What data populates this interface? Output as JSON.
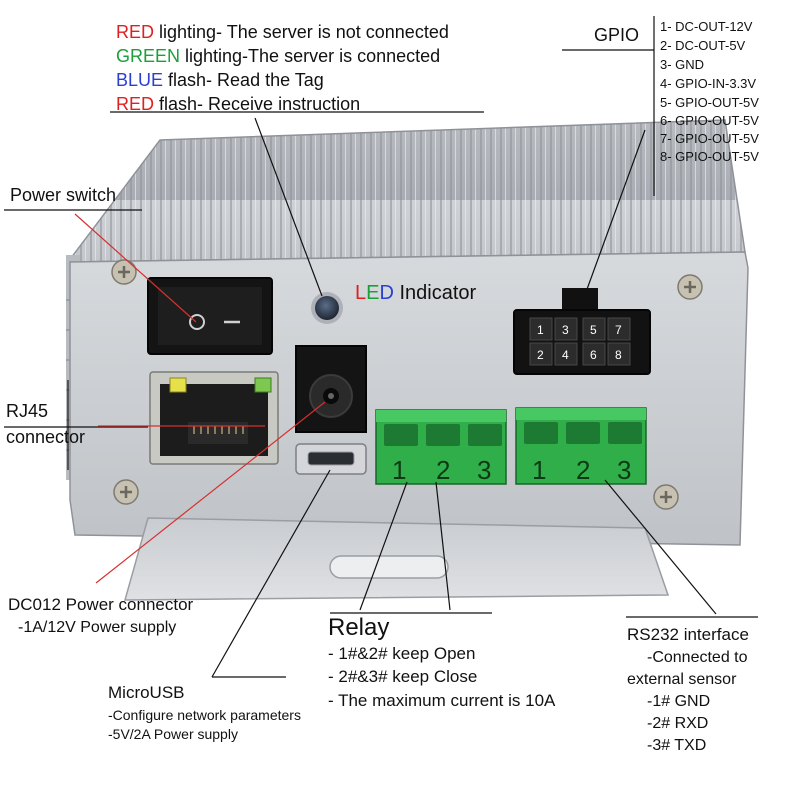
{
  "colors": {
    "red": "#e02020",
    "green": "#1aa03a",
    "blue": "#2b3fd0",
    "terminal_green": "#2fae4a",
    "leader_red": "#d63030"
  },
  "led_legend": [
    {
      "color_word": "RED",
      "color_key": "red",
      "text": " lighting- The server is not connected"
    },
    {
      "color_word": "GREEN",
      "color_key": "green",
      "text": " lighting-The server is connected"
    },
    {
      "color_word": "BLUE",
      "color_key": "blue",
      "text": " flash- Read the Tag"
    },
    {
      "color_word": "RED",
      "color_key": "red",
      "text": " flash- Receive instruction"
    }
  ],
  "gpio": {
    "title": "GPIO",
    "pins": [
      "1- DC-OUT-12V",
      "2- DC-OUT-5V",
      "3- GND",
      "4- GPIO-IN-3.3V",
      "5- GPIO-OUT-5V",
      "6- GPIO-OUT-5V",
      "7- GPIO-OUT-5V",
      "8- GPIO-OUT-5V"
    ],
    "header_top": [
      "1",
      "3",
      "5",
      "7"
    ],
    "header_bottom": [
      "2",
      "4",
      "6",
      "8"
    ]
  },
  "led_indicator": {
    "l": "L",
    "e": "E",
    "d": "D",
    "rest": " Indicator"
  },
  "power_switch": {
    "label": "Power switch",
    "on_symbol": "O",
    "off_symbol": "—"
  },
  "rj45": {
    "line1": "RJ45",
    "line2": "connector"
  },
  "dc": {
    "title": "DC012 Power connector",
    "detail": "-1A/12V Power supply"
  },
  "microusb": {
    "title": "MicroUSB",
    "details": [
      "-Configure network parameters",
      "-5V/2A Power supply"
    ]
  },
  "relay": {
    "title": "Relay",
    "items": [
      "- 1#&2# keep Open",
      "- 2#&3# keep Close",
      "- The maximum current is 10A"
    ],
    "terminals": [
      "1",
      "2",
      "3"
    ]
  },
  "rs232": {
    "title": "RS232 interface",
    "details": [
      "-Connected to",
      "external sensor",
      "-1#  GND",
      "-2#  RXD",
      "-3#  TXD"
    ],
    "terminals": [
      "1",
      "2",
      "3"
    ]
  }
}
